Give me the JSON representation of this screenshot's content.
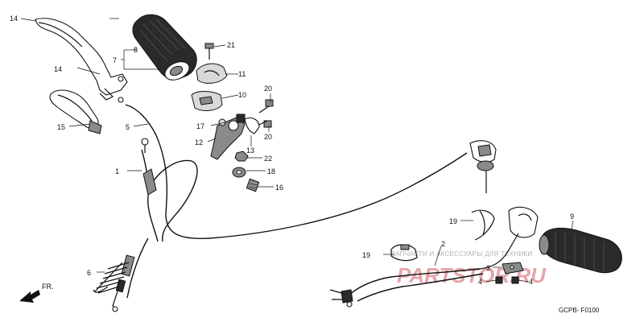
{
  "diagram": {
    "callouts": {
      "p1": "1",
      "p2": "2",
      "p3": "3",
      "p4a": "4",
      "p4b": "4",
      "p5": "5",
      "p6": "6",
      "p7": "7",
      "p8": "8",
      "p9": "9",
      "p10": "10",
      "p11": "11",
      "p12": "12",
      "p13": "13",
      "p14": "14",
      "p15": "15",
      "p16": "16",
      "p17": "17",
      "p18": "18",
      "p19a": "19",
      "p19b": "19",
      "p20a": "20",
      "p20b": "20",
      "p21": "21",
      "p22": "22"
    },
    "front_label": "FR.",
    "code": "GCPB- F0100"
  },
  "watermark": {
    "text": "ЗАПЧАСТИ И АКСЕССУАРЫ ДЛЯ ТЕХНИКИ",
    "logo": "PARTSTOR.RU"
  },
  "colors": {
    "ink": "#111111",
    "watermark": "#e6a5aa"
  }
}
